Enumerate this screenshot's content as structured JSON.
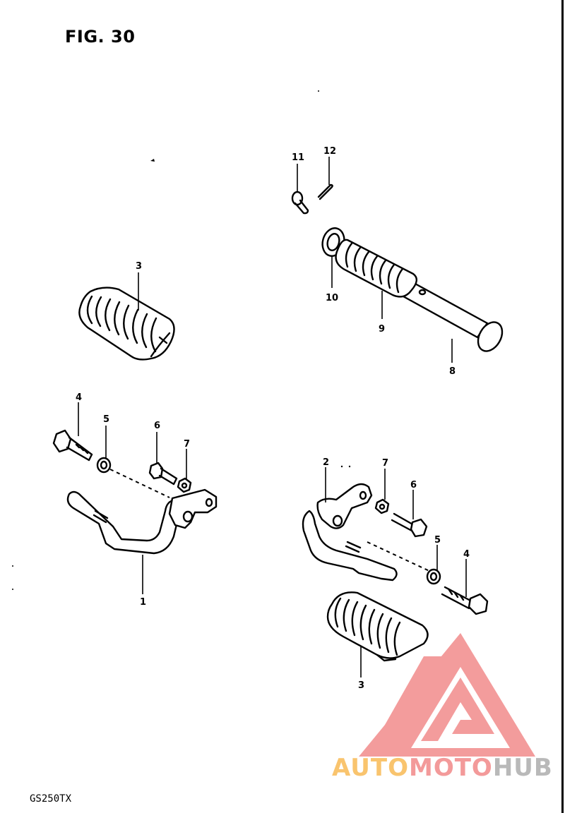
{
  "figure": {
    "title": "FIG. 30",
    "model_code": "GS250TX"
  },
  "watermark": {
    "part1": "AUTO",
    "part2": "MOTO",
    "part3": "HUB",
    "colors": {
      "auto": "#f9c46e",
      "moto": "#f39a9a",
      "hub": "#b9b9b9",
      "triangle": "#f28b8b"
    }
  },
  "callouts": [
    {
      "id": "c-11",
      "label": "11"
    },
    {
      "id": "c-12",
      "label": "12"
    },
    {
      "id": "c-10",
      "label": "10"
    },
    {
      "id": "c-9",
      "label": "9"
    },
    {
      "id": "c-8",
      "label": "8"
    },
    {
      "id": "c-3a",
      "label": "3"
    },
    {
      "id": "c-4a",
      "label": "4"
    },
    {
      "id": "c-5a",
      "label": "5"
    },
    {
      "id": "c-6a",
      "label": "6"
    },
    {
      "id": "c-7a",
      "label": "7"
    },
    {
      "id": "c-1",
      "label": "1"
    },
    {
      "id": "c-2",
      "label": "2"
    },
    {
      "id": "c-7b",
      "label": "7"
    },
    {
      "id": "c-6b",
      "label": "6"
    },
    {
      "id": "c-5b",
      "label": "5"
    },
    {
      "id": "c-4b",
      "label": "4"
    },
    {
      "id": "c-3b",
      "label": "3"
    }
  ]
}
